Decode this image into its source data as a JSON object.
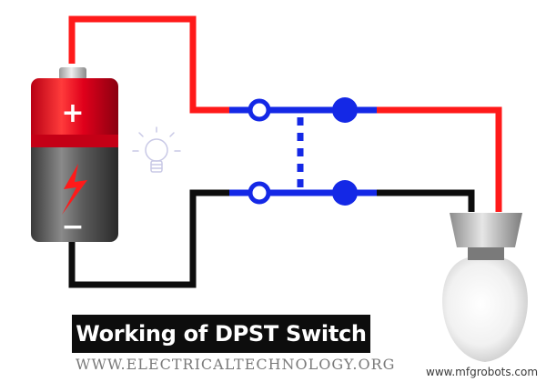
{
  "diagram": {
    "caption": "Working of DPST Switch",
    "website": "WWW.ELECTRICALTECHNOLOGY.ORG",
    "watermark": "www.mfgrobots.com",
    "battery": {
      "positive_symbol": "+",
      "negative_symbol": "−"
    },
    "colors": {
      "positive_wire": "#ff1a1a",
      "negative_wire": "#0d0d0d",
      "switch": "#1428e6",
      "battery_top": "#e0001b",
      "battery_bottom": "#555555",
      "bolt": "#ff1a1a"
    },
    "icons": [
      "battery-icon",
      "idea-bulb-icon",
      "dpst-switch",
      "light-bulb-icon"
    ]
  }
}
